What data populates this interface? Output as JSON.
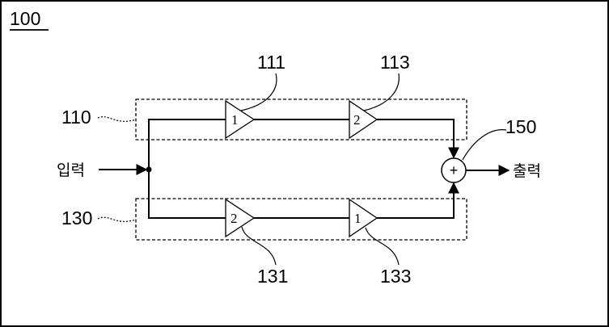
{
  "figure": {
    "ref": "100",
    "input_label": "입력",
    "output_label": "출력"
  },
  "top_path": {
    "ref": "110",
    "amp_first": {
      "ref": "111",
      "stage": "1"
    },
    "amp_second": {
      "ref": "113",
      "stage": "2"
    }
  },
  "bottom_path": {
    "ref": "130",
    "amp_first": {
      "ref": "131",
      "stage": "2"
    },
    "amp_second": {
      "ref": "133",
      "stage": "1"
    }
  },
  "combiner": {
    "ref": "150",
    "symbol": "+"
  }
}
